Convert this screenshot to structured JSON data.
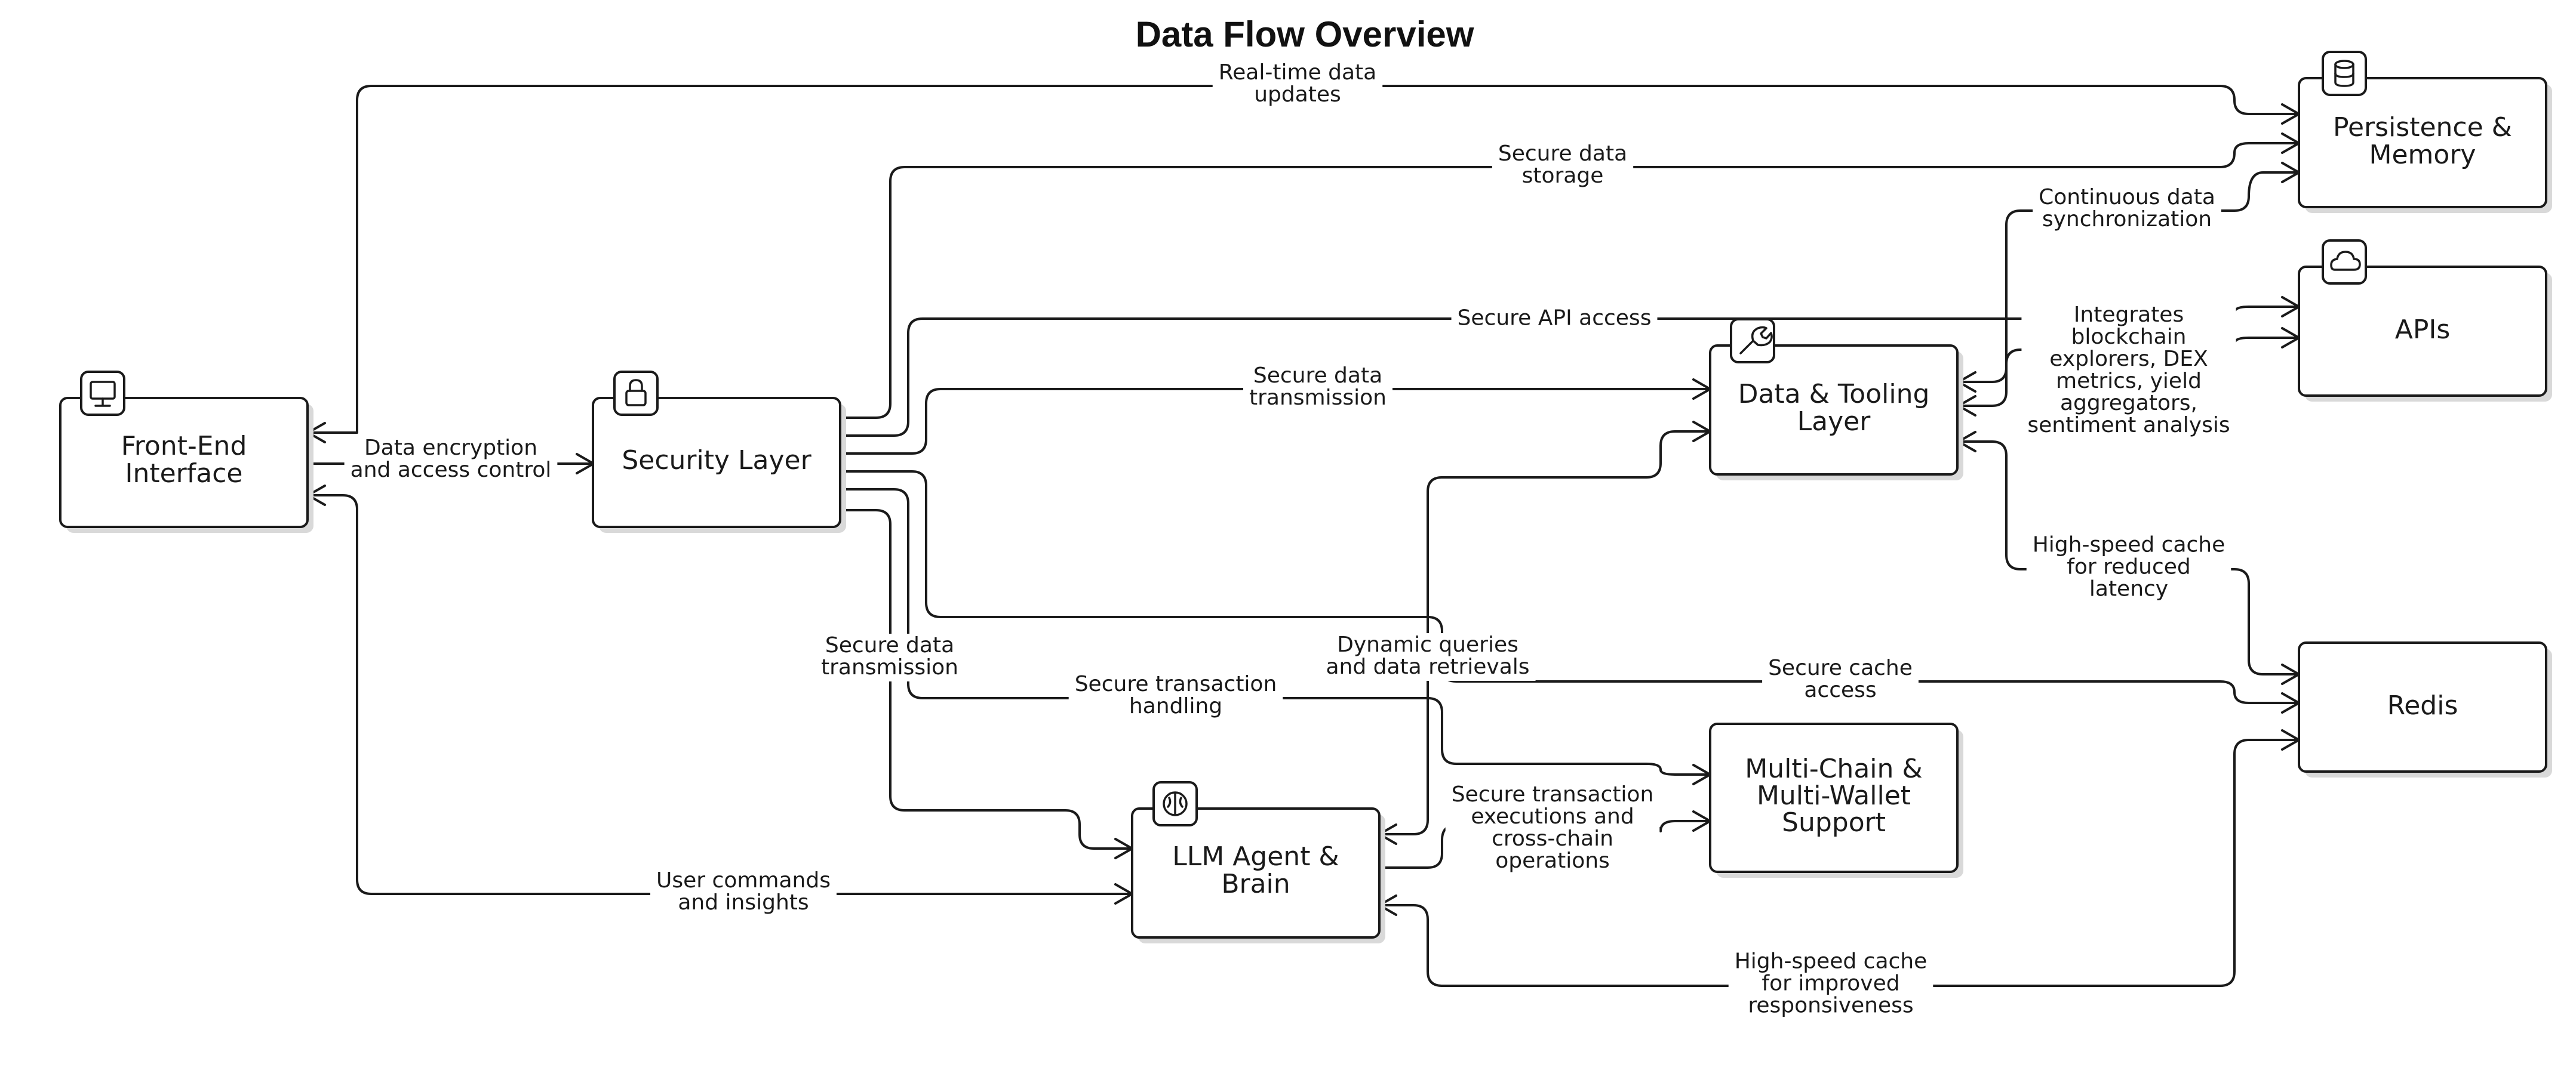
{
  "title": "Data Flow Overview",
  "nodes": {
    "frontend": {
      "lines": [
        "Front-End",
        "Interface"
      ],
      "icon": "monitor-icon"
    },
    "security": {
      "lines": [
        "Security Layer"
      ],
      "icon": "lock-icon"
    },
    "llm": {
      "lines": [
        "LLM Agent &",
        "Brain"
      ],
      "icon": "brain-icon"
    },
    "tooling": {
      "lines": [
        "Data & Tooling",
        "Layer"
      ],
      "icon": "wrench-icon"
    },
    "multichain": {
      "lines": [
        "Multi-Chain &",
        "Multi-Wallet",
        "Support"
      ],
      "icon": null
    },
    "persistence": {
      "lines": [
        "Persistence &",
        "Memory"
      ],
      "icon": "database-icon"
    },
    "apis": {
      "lines": [
        "APIs"
      ],
      "icon": "cloud-icon"
    },
    "redis": {
      "lines": [
        "Redis"
      ],
      "icon": null
    }
  },
  "edges": {
    "realtime": {
      "lines": [
        "Real-time data",
        "updates"
      ]
    },
    "secure_storage": {
      "lines": [
        "Secure data",
        "storage"
      ]
    },
    "continuous_sync": {
      "lines": [
        "Continuous data",
        "synchronization"
      ]
    },
    "secure_api": {
      "lines": [
        "Secure API access"
      ]
    },
    "integrates": {
      "lines": [
        "Integrates",
        "blockchain",
        "explorers, DEX",
        "metrics, yield",
        "aggregators,",
        "sentiment analysis"
      ]
    },
    "secure_transmission_tooling": {
      "lines": [
        "Secure data",
        "transmission"
      ]
    },
    "encryption": {
      "lines": [
        "Data encryption",
        "and access control"
      ]
    },
    "cache_latency": {
      "lines": [
        "High-speed cache",
        "for reduced",
        "latency"
      ]
    },
    "secure_transmission_llm": {
      "lines": [
        "Secure data",
        "transmission"
      ]
    },
    "dynamic_queries": {
      "lines": [
        "Dynamic queries",
        "and data retrievals"
      ]
    },
    "secure_cache": {
      "lines": [
        "Secure cache",
        "access"
      ]
    },
    "secure_tx_handling": {
      "lines": [
        "Secure transaction",
        "handling"
      ]
    },
    "tx_executions": {
      "lines": [
        "Secure transaction",
        "executions and",
        "cross-chain",
        "operations"
      ]
    },
    "user_commands": {
      "lines": [
        "User commands",
        "and insights"
      ]
    },
    "cache_responsive": {
      "lines": [
        "High-speed cache",
        "for improved",
        "responsiveness"
      ]
    }
  }
}
